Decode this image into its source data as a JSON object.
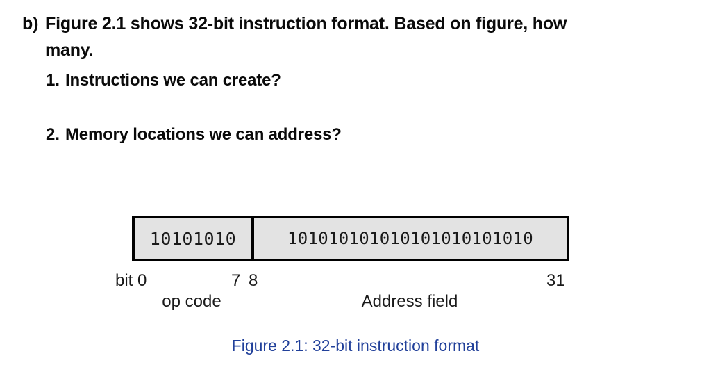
{
  "question": {
    "label": "b)",
    "line1": "Figure 2.1 shows 32-bit instruction format. Based on figure, how",
    "line2": "many.",
    "items": [
      {
        "number": "1.",
        "text": "Instructions we can create?"
      },
      {
        "number": "2.",
        "text": "Memory locations we can address?"
      }
    ]
  },
  "figure": {
    "opcode": {
      "bits": "10101010",
      "name": "op code",
      "start_label": "bit 0",
      "end_label": "7"
    },
    "address": {
      "bits": "101010101010101010101010",
      "name": "Address field",
      "start_label": "8",
      "end_label": "31"
    },
    "caption": "Figure 2.1: 32-bit instruction format",
    "colors": {
      "box_fill": "#e3e3e3",
      "box_border": "#000000",
      "caption_text": "#21409a",
      "body_text": "#0a0a0a"
    }
  }
}
